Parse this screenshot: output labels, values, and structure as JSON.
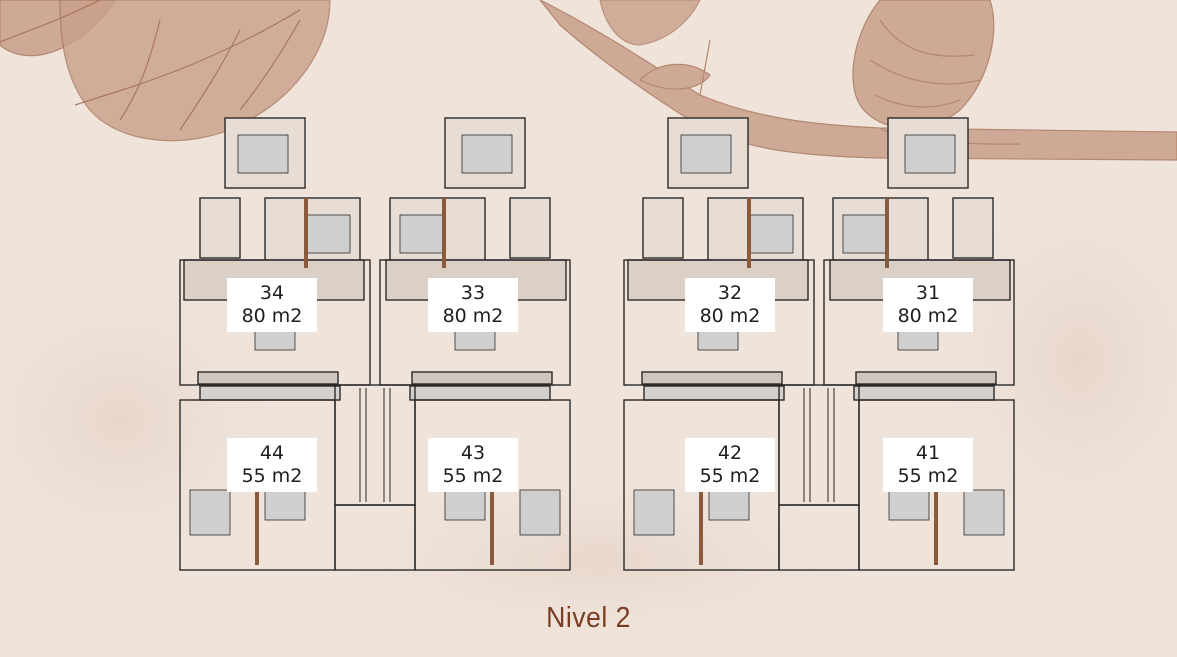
{
  "level_title": "Nivel 2",
  "colors": {
    "background": "#efe3da",
    "title": "#7a3d22",
    "botanical": "#c89a82",
    "wall": "#2a2a2a"
  },
  "units": [
    {
      "number": "34",
      "area": "80 m2"
    },
    {
      "number": "33",
      "area": "80 m2"
    },
    {
      "number": "32",
      "area": "80 m2"
    },
    {
      "number": "31",
      "area": "80 m2"
    },
    {
      "number": "44",
      "area": "55 m2"
    },
    {
      "number": "43",
      "area": "55 m2"
    },
    {
      "number": "42",
      "area": "55 m2"
    },
    {
      "number": "41",
      "area": "55 m2"
    }
  ]
}
